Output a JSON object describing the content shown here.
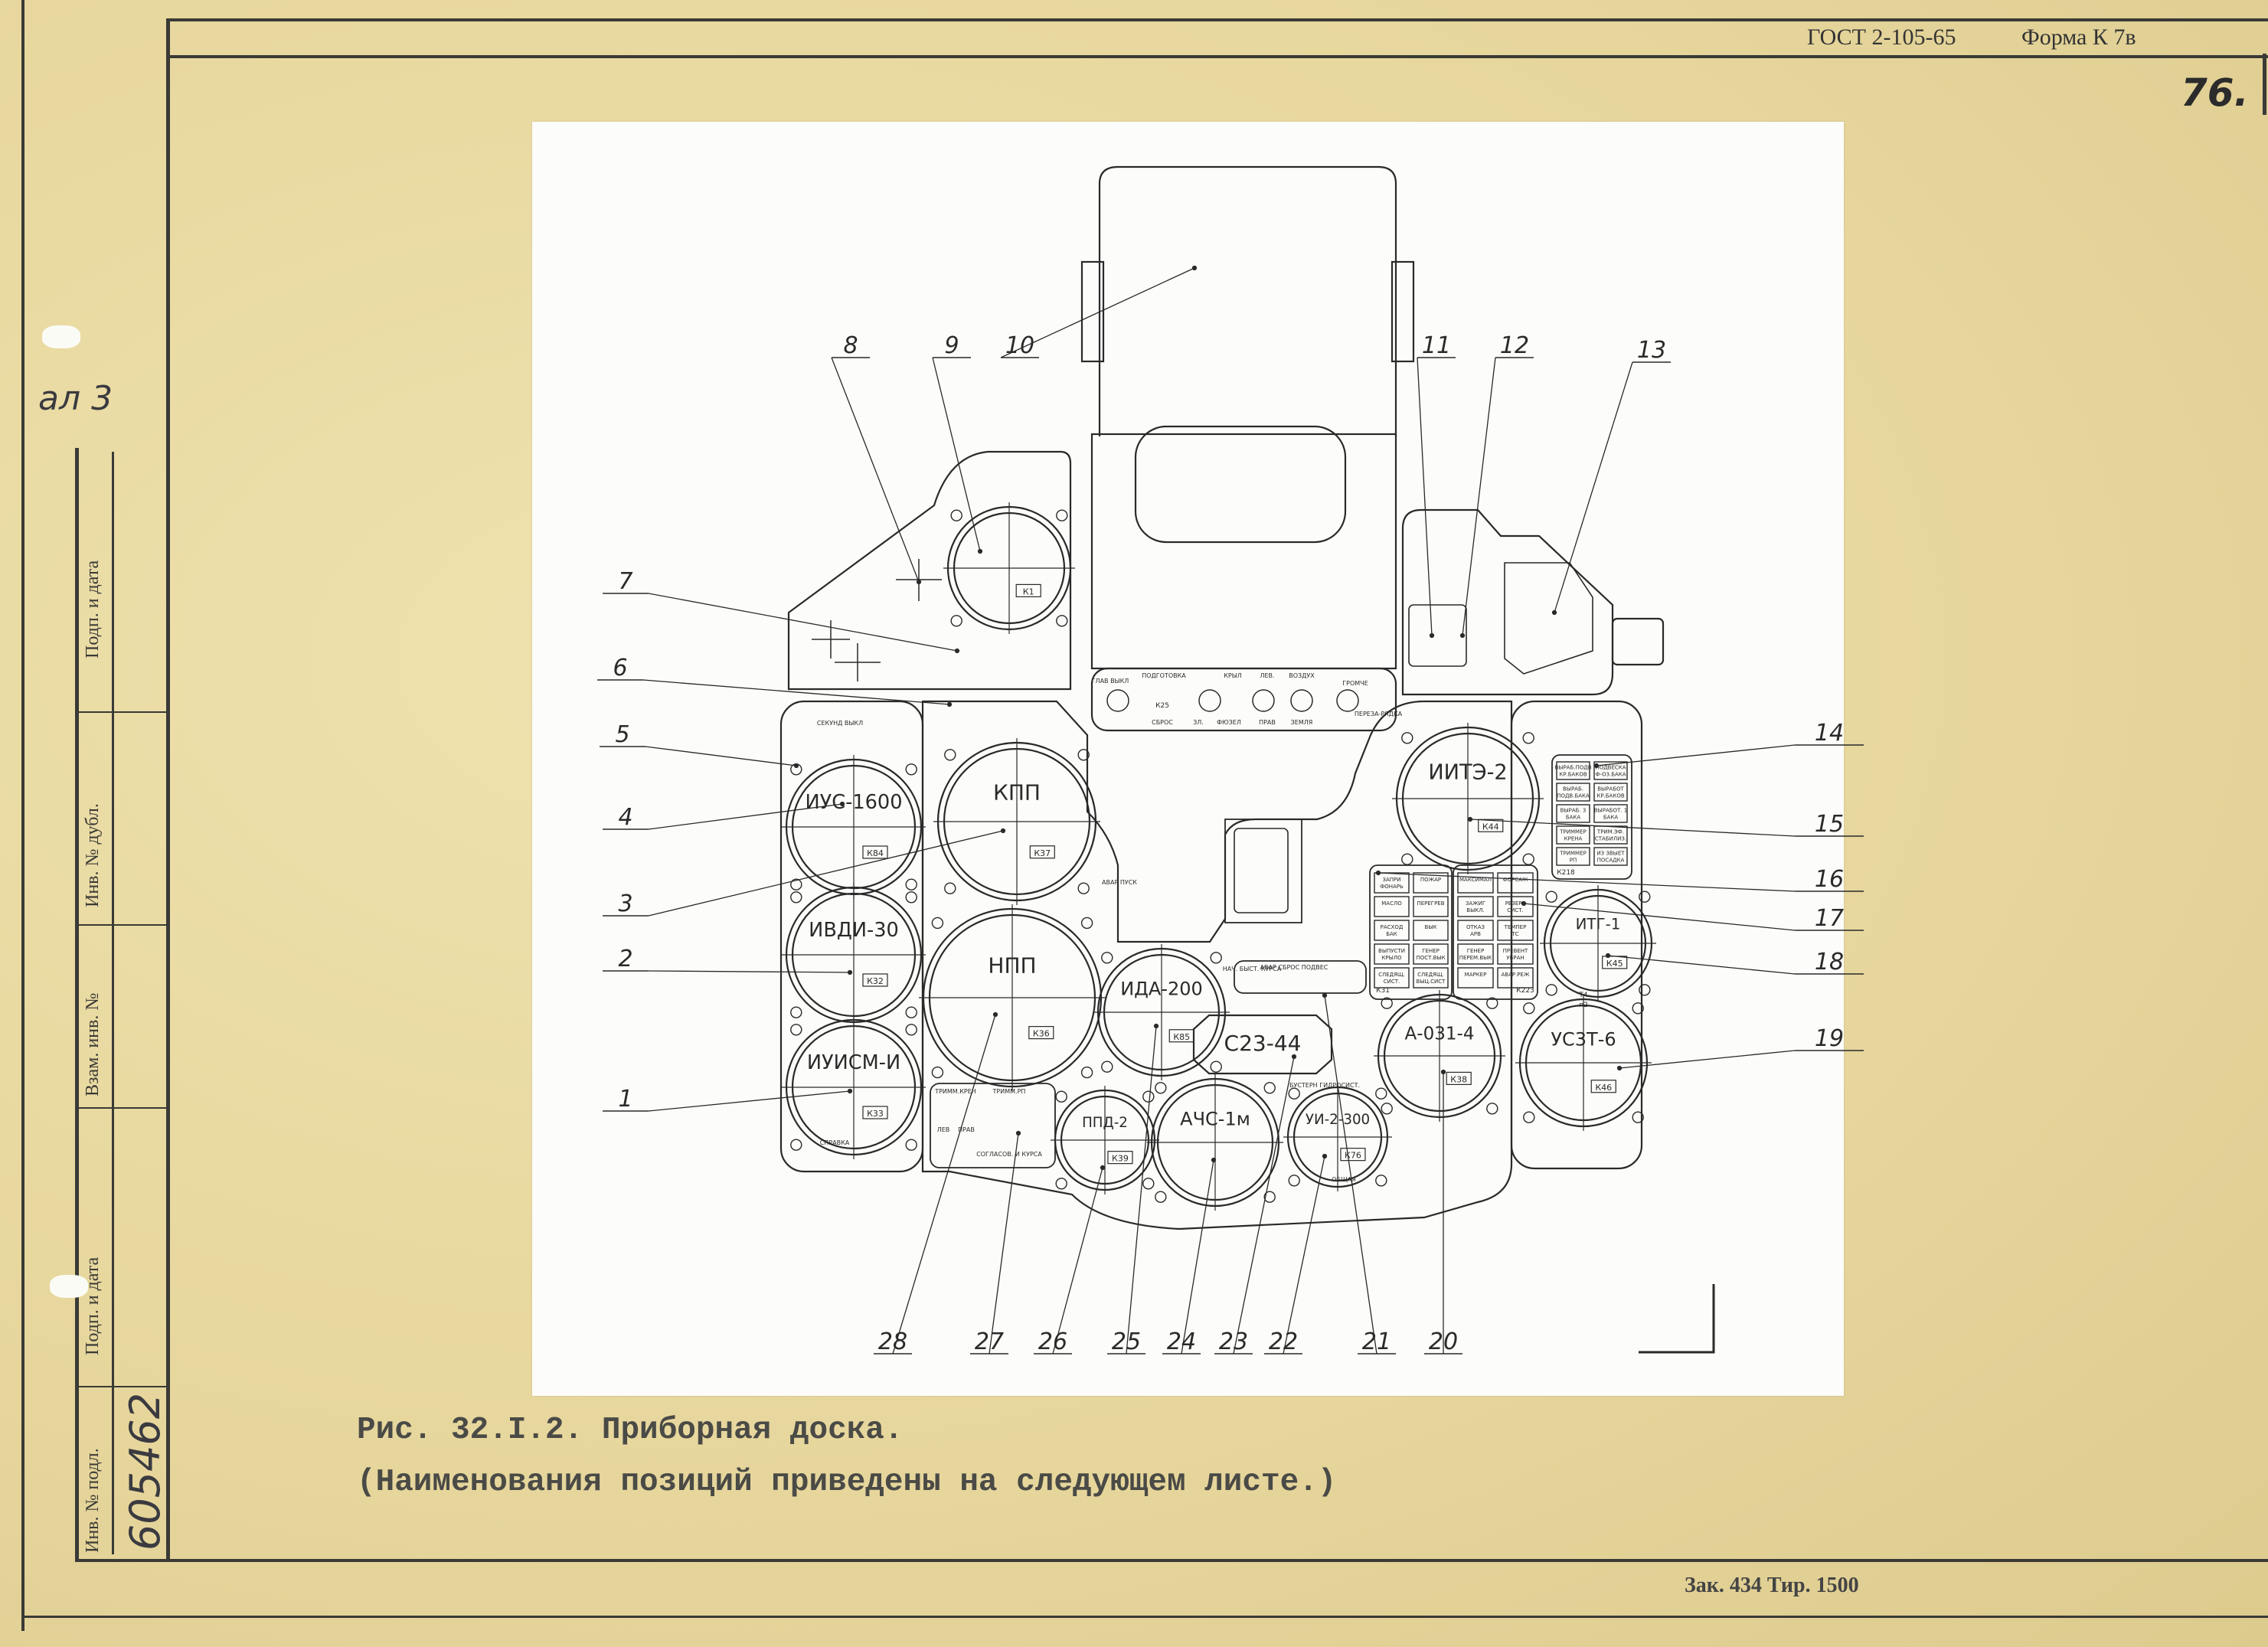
{
  "header": {
    "standard": "ГОСТ 2-105-65",
    "form": "Форма К 7в",
    "page_number": "76."
  },
  "side_stamp": {
    "fields": [
      "Подп. и дата",
      "Инв. № дубл.",
      "Взам. инв. №",
      "Подп. и дата",
      "Инв. № подл."
    ],
    "inventory_number": "605462",
    "handwritten_note": "ал 3"
  },
  "caption": {
    "line1": "Рис. 32.I.2. Приборная доска.",
    "line2": "(Наименования позиций приведены на следующем листе.)"
  },
  "footer": {
    "print_info": "Зак. 434 Тир. 1500"
  },
  "drawing": {
    "instruments": [
      {
        "label": "ИУС-1600",
        "code": "К84"
      },
      {
        "label": "ИВДИ-30",
        "code": "К32"
      },
      {
        "label": "ИУИСМ-И",
        "code": "К33"
      },
      {
        "label": "КПП",
        "code": "К37"
      },
      {
        "label": "НПП",
        "code": "К36"
      },
      {
        "label": "ИДА-200",
        "code": "К85"
      },
      {
        "label": "С23-44",
        "code": ""
      },
      {
        "label": "ППД-2",
        "code": "К39"
      },
      {
        "label": "АЧС-1м",
        "code": ""
      },
      {
        "label": "УИ-2-300",
        "code": "К76"
      },
      {
        "label": "А-031-4",
        "code": "К38"
      },
      {
        "label": "УС3Т-6",
        "code": "К46"
      },
      {
        "label": "ИТГ-1",
        "code": "К45"
      },
      {
        "label": "ИИТЭ-2",
        "code": "К44"
      },
      {
        "label": "",
        "code": "К1"
      }
    ],
    "callouts": [
      "1",
      "2",
      "3",
      "4",
      "5",
      "6",
      "7",
      "8",
      "9",
      "10",
      "11",
      "12",
      "13",
      "14",
      "15",
      "16",
      "17",
      "18",
      "19",
      "20",
      "21",
      "22",
      "23",
      "24",
      "25",
      "26",
      "27",
      "28"
    ],
    "annunciators_left": [
      "ЗАПРИ ФОНАРЬ",
      "ПОЖАР",
      "МАСЛО",
      "ПЕРЕГРЕВ",
      "РАСХОД БАК",
      "ВЫК",
      "ВЫПУСТИ КРЫЛО",
      "ГЕНЕР ПОСТ.ВЫК",
      "СЛЕДЯЩ. СИСТ.",
      "СЛЕДЯЩ. ВЫЦ.СИСТ"
    ],
    "annunciators_mid": [
      "МАКСИМАЛ",
      "ФОРСАЖ",
      "ЗАЖИГ ВЫКЛ.",
      "РЕЗЕРВ СИСТ.",
      "ОТКАЗ АРВ",
      "ТЕМПЕР ТС",
      "ГЕНЕР ПЕРЕМ.ВЫК",
      "ПРЕВЕНТ УБРАН",
      "МАРКЕР",
      "АВАР.РЕЖ"
    ],
    "annunciators_right": [
      "ВЫРАБ.ПОДВ КР.БАКОВ",
      "ПОДВЕСКА Ф-ОЗ.БАКА",
      "ВЫРАБ. ПОДВ.БАКА",
      "ВЫРАБОТ КР.БАКОВ",
      "ВЫРАБ. 3 БАКА",
      "ВЫРАБОТ. 1 БАКА",
      "ТРИММЕР КРЕНА",
      "ТРИМ.ЭФ. СТАБИЛИЗ.",
      "ТРИММЕР РП",
      "ИЗ ЗВЫЕТ ПОСАДКА"
    ],
    "panel_codes": {
      "left_block": "К31",
      "mid_block": "К223",
      "right_block": "К218",
      "console": "К25",
      "itg_extra": [
        "Т4",
        "п2"
      ]
    },
    "console_labels": [
      "ГЛАВ ВЫКЛ",
      "ПОДГОТОВКА",
      "СБРОС",
      "ЗЛ.",
      "КРЫЛ",
      "ФЮЗЕЛ",
      "ЛЕВ.",
      "ПРАВ",
      "ВОЗДУХ",
      "ЗЕМЛЯ",
      "ПЕРЕЗА-РЯДКА",
      "ГРОМЧЕ"
    ],
    "misc_labels": [
      "АВАР ПУСК",
      "НАЧ. БЫСТ. КУРСА",
      "АВАР СБРОС ПОДВЕС",
      "БУСТЕРН ГИДРОСИСТ.",
      "ОБЩАЯ",
      "ТРИММ.КРЕН",
      "ТРИММ.РП",
      "ЛЕВ",
      "ПРАВ",
      "СОГЛАСОВ. И КУРСА",
      "СПРАВКА",
      "СЕКУНД ВЫКЛ"
    ]
  },
  "colors": {
    "paper": "#e8d9a2",
    "sheet": "#fcfcfa",
    "ink": "#2e2e2a"
  }
}
